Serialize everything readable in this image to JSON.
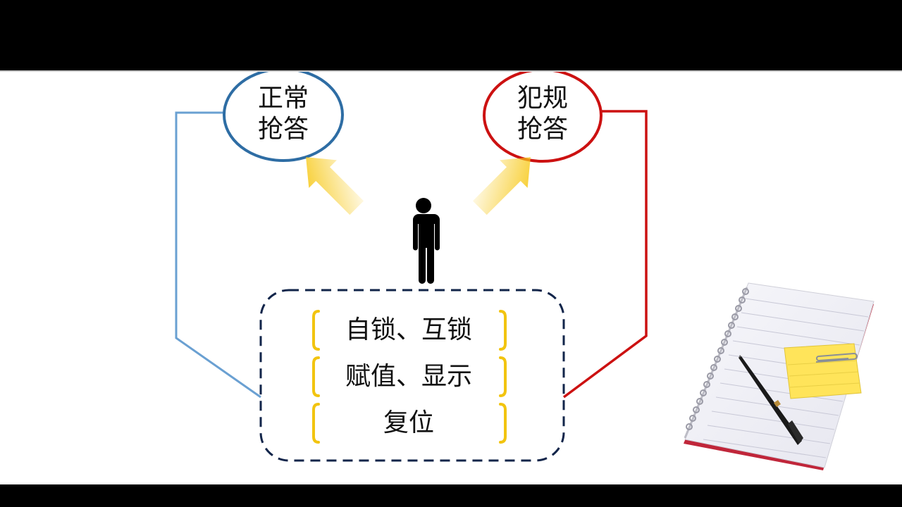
{
  "left_bubble": {
    "line1": "正常",
    "line2": "抢答",
    "color": "#2e6da4",
    "line_color": "#6aa0d2"
  },
  "right_bubble": {
    "line1": "犯规",
    "line2": "抢答",
    "color": "#cc1111"
  },
  "functions": {
    "items": [
      {
        "label": "自锁、互锁"
      },
      {
        "label": "赋值、显示"
      },
      {
        "label": "复位"
      }
    ],
    "border_color": "#12254a",
    "bracket_color": "#f2c40f"
  },
  "icons": {
    "person": "person-icon",
    "notebook": "notebook-icon",
    "pen": "pen-icon",
    "sticky_note": "sticky-note-icon",
    "paperclip": "paperclip-icon"
  },
  "arrow_color": "#f7c816"
}
